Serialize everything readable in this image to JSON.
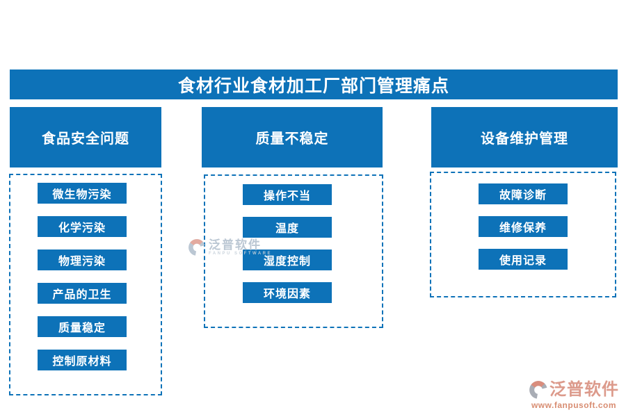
{
  "title": "食材行业食材加工厂部门管理痛点",
  "colors": {
    "primary_blue": "#0d72b8",
    "watermark_center_text": "#b4c1cf",
    "watermark_corner_text": "#dc9a8b",
    "watermark_corner_url": "#d88d72"
  },
  "columns": [
    {
      "header": "食品安全问题",
      "items": [
        "微生物污染",
        "化学污染",
        "物理污染",
        "产品的卫生",
        "质量稳定",
        "控制原材料"
      ]
    },
    {
      "header": "质量不稳定",
      "items": [
        "操作不当",
        "温度",
        "湿度控制",
        "环境因素"
      ]
    },
    {
      "header": "设备维护管理",
      "items": [
        "故障诊断",
        "维修保养",
        "使用记录"
      ]
    }
  ],
  "watermarks": {
    "center": {
      "name": "泛普软件",
      "subtitle": "FANPU SOFTWARE"
    },
    "corner": {
      "name": "泛普软件",
      "url": "www.fanpusoft.com"
    }
  }
}
